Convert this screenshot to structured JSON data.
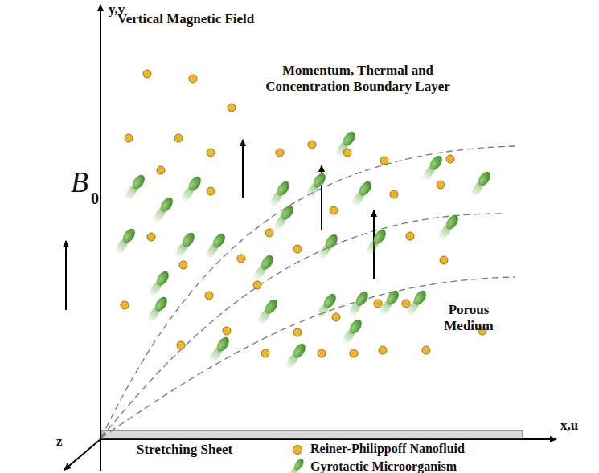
{
  "diagram": {
    "labels": [
      "y,v",
      "Vertical Magnetic Field",
      "Momentum, Thermal and Concentration Boundary Layer",
      "B",
      "0",
      "Porous Medium",
      "x,u",
      "z",
      "Stretching Sheet"
    ],
    "legend": [
      {
        "text": "Reiner-Philippoff Nanofluid",
        "color": "#f0b429"
      },
      {
        "text": "Gyrotactic Microorganism"
      }
    ]
  }
}
